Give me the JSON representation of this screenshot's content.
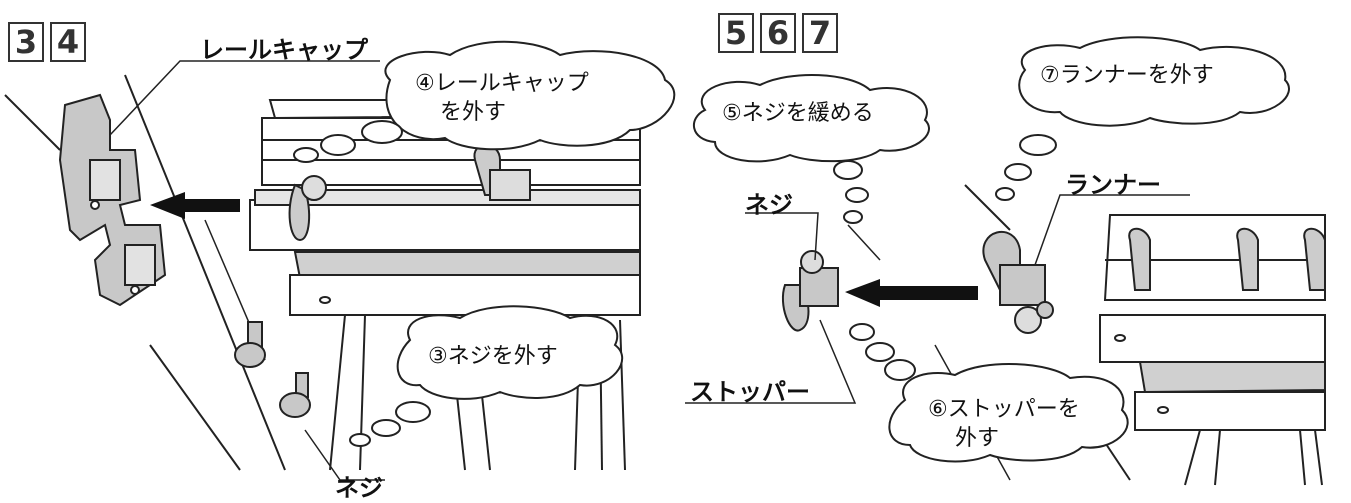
{
  "left_panel": {
    "steps": [
      "3",
      "4"
    ],
    "rail_cap_label": "レールキャップ",
    "bubble_remove_cap_line1": "④レールキャップ",
    "bubble_remove_cap_line2": "を外す",
    "bubble_remove_screw": "③ネジを外す",
    "screw_label": "ネジ"
  },
  "right_panel": {
    "steps": [
      "5",
      "6",
      "7"
    ],
    "bubble_loosen_screw": "⑤ネジを緩める",
    "bubble_remove_runner": "⑦ランナーを外す",
    "screw_label": "ネジ",
    "runner_label": "ランナー",
    "stopper_label": "ストッパー",
    "bubble_remove_stopper_line1": "⑥ストッパーを",
    "bubble_remove_stopper_line2": "外す"
  }
}
